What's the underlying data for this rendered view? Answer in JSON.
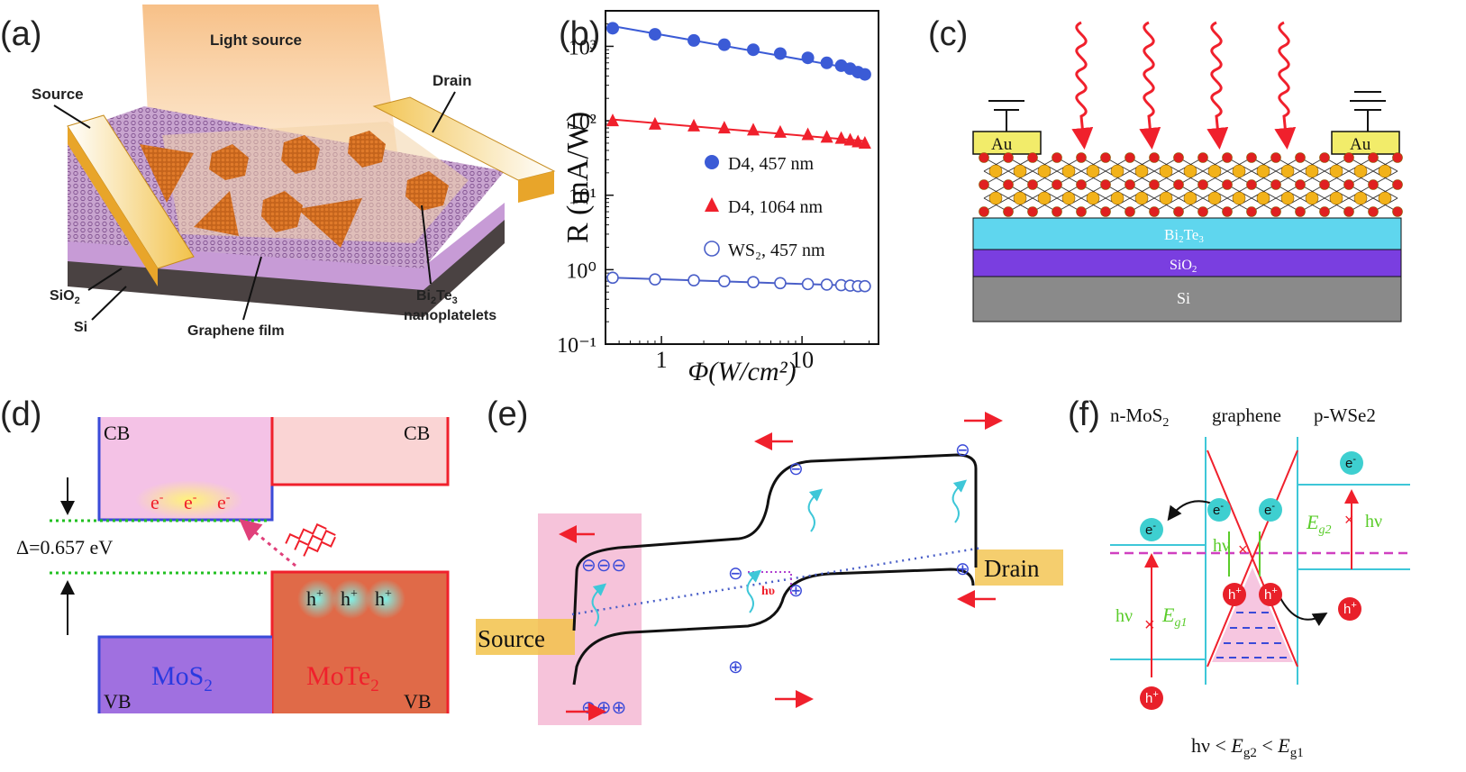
{
  "panel_labels": {
    "a": "(a)",
    "b": "(b)",
    "c": "(c)",
    "d": "(d)",
    "e": "(e)",
    "f": "(f)"
  },
  "panel_a": {
    "light_source": "Light source",
    "source": "Source",
    "drain": "Drain",
    "sio2": "SiO",
    "sio2_sub": "2",
    "si": "Si",
    "graphene": "Graphene film",
    "bi2te3": "Bi",
    "bi2te3_s1": "2",
    "bi2te3_mid": "Te",
    "bi2te3_s2": "3",
    "nanoplatelets": "nanoplatelets"
  },
  "panel_c": {
    "au_left": "Au",
    "au_right": "Au",
    "bi2te3": "Bi",
    "bi2te3_s1": "2",
    "bi2te3_mid": "Te",
    "bi2te3_s2": "3",
    "sio2": "SiO",
    "sio2_sub": "2",
    "si": "Si"
  },
  "panel_d": {
    "cb_left": "CB",
    "cb_right": "CB",
    "vb_left": "VB",
    "vb_right": "VB",
    "delta": "Δ=0.657 eV",
    "electron": "e",
    "electron_sup": "-",
    "hole": "h",
    "hole_sup": "+",
    "mos2": "MoS",
    "mos2_sub": "2",
    "mote2": "MoTe",
    "mote2_sub": "2"
  },
  "panel_e": {
    "source": "Source",
    "drain": "Drain",
    "hv": "hυ",
    "minus_group": "⊖⊖⊖",
    "plus_group": "⊕⊕⊕",
    "minus": "⊖",
    "plus": "⊕"
  },
  "panel_f": {
    "n_mos2": "n-MoS",
    "n_mos2_sub": "2",
    "graphene": "graphene",
    "p_wse2": "p-WSe2",
    "electron": "e",
    "electron_sup": "-",
    "hole": "h",
    "hole_sup": "+",
    "hv": "hν",
    "eg1": "E",
    "eg1_sub": "g1",
    "eg2": "E",
    "eg2_sub": "g2",
    "relation_hv": "hν < ",
    "relation_e1": "E",
    "relation_e1_sub": "g2",
    "relation_lt": " < ",
    "relation_e2": "E",
    "relation_e2_sub": "g1"
  },
  "colors": {
    "blue_series": "#3b5bd6",
    "red_series": "#f0202c",
    "open_series": "#4a5fc8",
    "cyan": "#3ec7d8"
  },
  "chart_data": {
    "type": "scatter",
    "xlabel": "Φ(W/cm²)",
    "ylabel": "R (mA/W)",
    "x_scale": "log",
    "y_scale": "log",
    "xlim": [
      0.4,
      35
    ],
    "ylim": [
      0.1,
      3000
    ],
    "x_ticks": [
      "1",
      "10"
    ],
    "y_ticks": [
      "10⁻¹",
      "10⁰",
      "10¹",
      "10²",
      "10³"
    ],
    "legend_position": "right-middle",
    "series": [
      {
        "name": "D4,   457 nm",
        "marker": "filled-circle",
        "color": "#3b5bd6",
        "x": [
          0.45,
          0.9,
          1.7,
          2.8,
          4.5,
          7,
          11,
          15,
          19,
          22,
          25,
          28
        ],
        "y": [
          1750,
          1450,
          1200,
          1050,
          900,
          800,
          700,
          600,
          550,
          500,
          450,
          420
        ]
      },
      {
        "name": "D4, 1064 nm",
        "marker": "filled-triangle",
        "color": "#f0202c",
        "x": [
          0.45,
          0.9,
          1.7,
          2.8,
          4.5,
          7,
          11,
          15,
          19,
          22,
          25,
          28
        ],
        "y": [
          100,
          90,
          85,
          80,
          75,
          70,
          65,
          60,
          58,
          55,
          52,
          50
        ]
      },
      {
        "name": "WS₂, 457 nm",
        "marker": "open-circle",
        "color": "#4a5fc8",
        "x": [
          0.45,
          0.9,
          1.7,
          2.8,
          4.5,
          7,
          11,
          15,
          19,
          22,
          25,
          28
        ],
        "y": [
          0.78,
          0.74,
          0.72,
          0.7,
          0.68,
          0.66,
          0.64,
          0.63,
          0.62,
          0.61,
          0.6,
          0.6
        ]
      }
    ]
  }
}
